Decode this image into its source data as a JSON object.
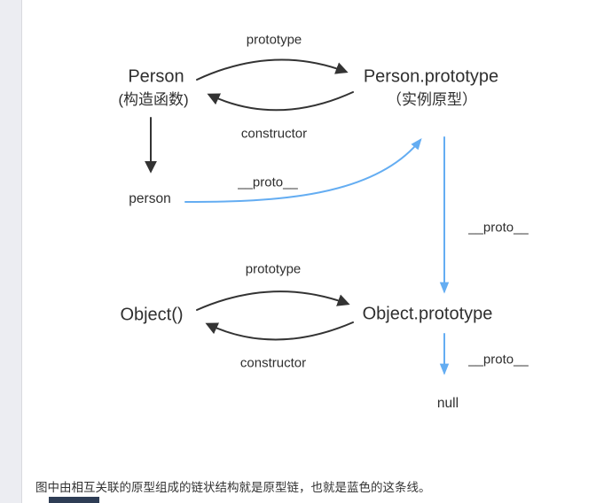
{
  "page": {
    "caption": "图中由相互关联的原型组成的链状结构就是原型链，也就是蓝色的这条线。"
  },
  "diagram": {
    "person_group": {
      "node": "Person",
      "node_sub": "(构造函数)",
      "prototype_node": "Person.prototype",
      "prototype_node_sub": "（实例原型）",
      "prototype_edge_label": "prototype",
      "constructor_edge_label": "constructor"
    },
    "instance": {
      "node": "person",
      "proto_edge_label": "__proto__"
    },
    "object_group": {
      "node": "Object()",
      "prototype_node": "Object.prototype",
      "prototype_edge_label": "prototype",
      "constructor_edge_label": "constructor"
    },
    "chain": {
      "mid_proto_label": "__proto__",
      "bottom_proto_label": "__proto__",
      "null_node": "null"
    },
    "colors": {
      "black_arrow": "#333333",
      "blue_chain": "#64adf2",
      "text": "#2f2f2f"
    }
  }
}
